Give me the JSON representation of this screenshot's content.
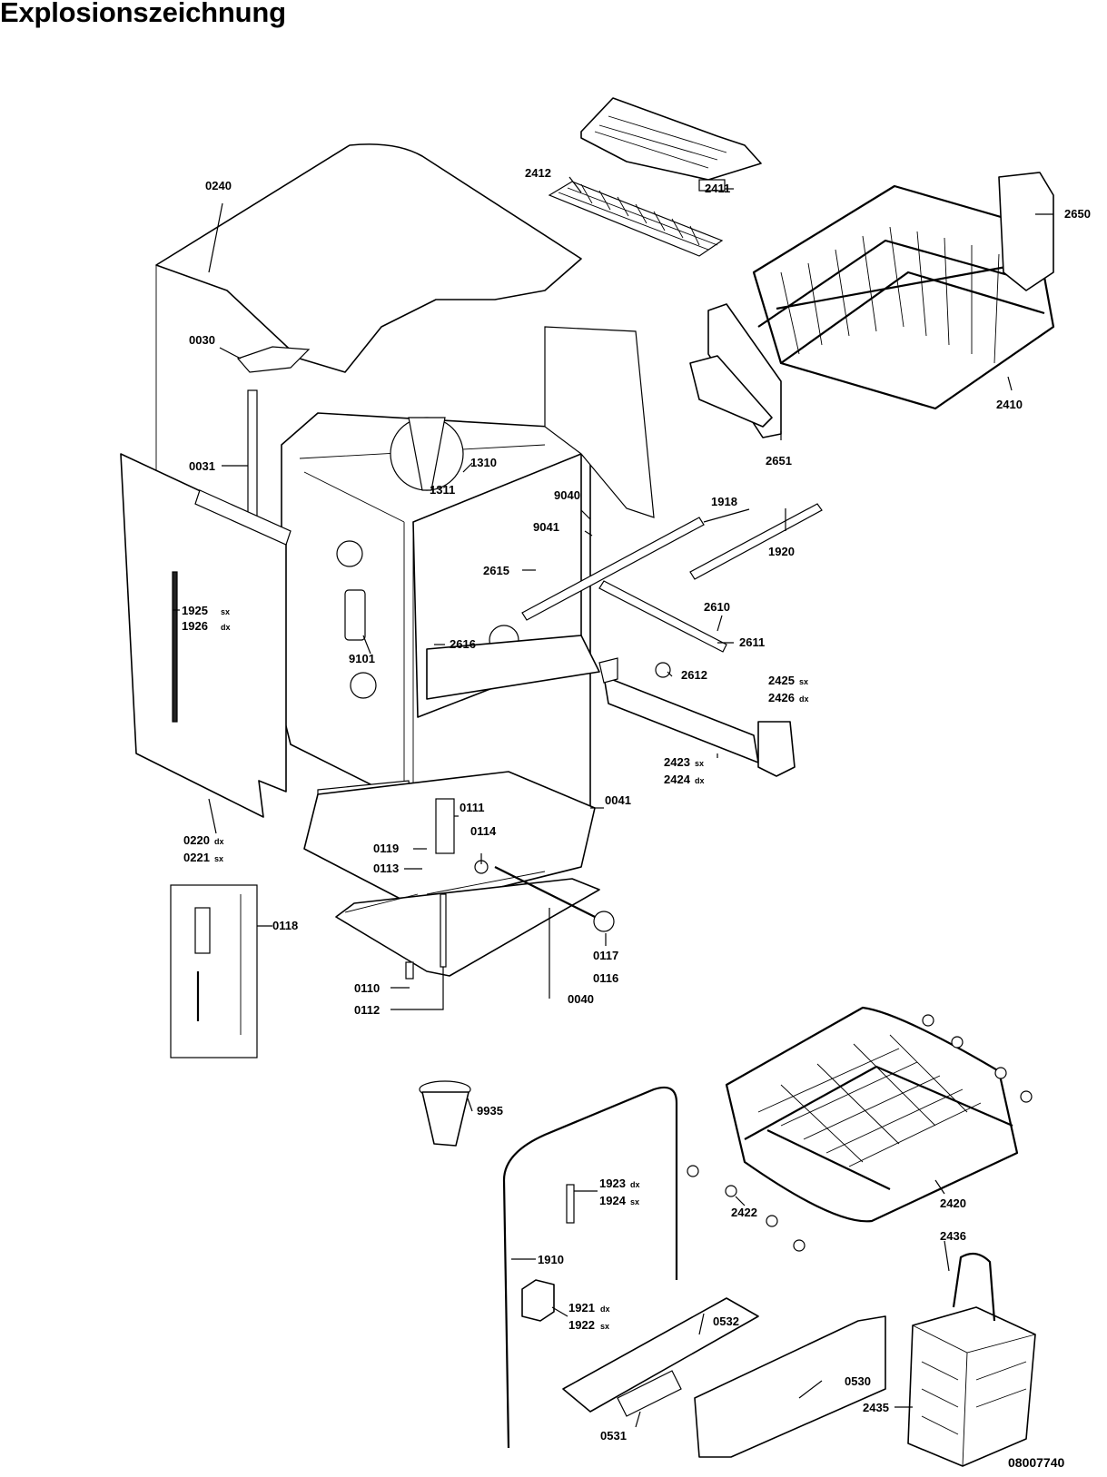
{
  "title": "Explosionszeichnung",
  "document_number": "08007740",
  "part_labels": {
    "p0240": "0240",
    "p0030": "0030",
    "p0031": "0031",
    "p2411": "2411",
    "p2412": "2412",
    "p2650": "2650",
    "p2410": "2410",
    "p2651": "2651",
    "p1310": "1310",
    "p1311": "1311",
    "p9040": "9040",
    "p9041": "9041",
    "p1918": "1918",
    "p1920": "1920",
    "p2615": "2615",
    "p2610": "2610",
    "p2611": "2611",
    "p2612": "2612",
    "p2616": "2616",
    "p9101": "9101",
    "p1925": "1925",
    "p1926": "1926",
    "p2425": "2425",
    "p2426": "2426",
    "p2423": "2423",
    "p2424": "2424",
    "p0220": "0220",
    "p0221": "0221",
    "p0111": "0111",
    "p0041": "0041",
    "p0119": "0119",
    "p0114": "0114",
    "p0113": "0113",
    "p0118": "0118",
    "p0117": "0117",
    "p0116": "0116",
    "p0040": "0040",
    "p0110": "0110",
    "p0112": "0112",
    "p9935": "9935",
    "p1923": "1923",
    "p1924": "1924",
    "p1910": "1910",
    "p1921": "1921",
    "p1922": "1922",
    "p0532": "0532",
    "p0530": "0530",
    "p0531": "0531",
    "p2420": "2420",
    "p2422": "2422",
    "p2436": "2436",
    "p2435": "2435"
  },
  "side_suffixes": {
    "s1925": "sx",
    "s1926": "dx",
    "s2425": "sx",
    "s2426": "dx",
    "s2423": "sx",
    "s2424": "dx",
    "s0220": "dx",
    "s0221": "sx",
    "s1923": "dx",
    "s1924": "sx",
    "s1921": "dx",
    "s1922": "sx"
  }
}
